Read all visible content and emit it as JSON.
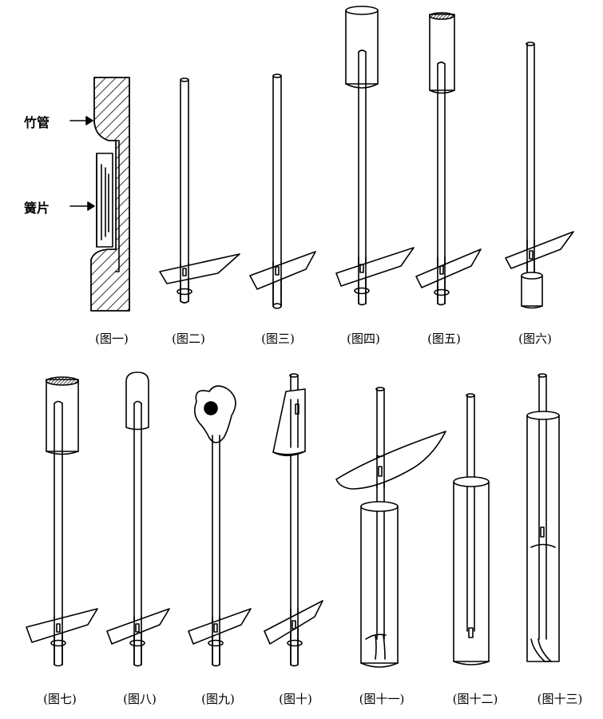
{
  "labels": {
    "bamboo_tube": "竹管",
    "reed": "簧片"
  },
  "captions": [
    "(图一)",
    "(图二)",
    "(图三)",
    "(图四)",
    "(图五)",
    "(图六)",
    "(图七)",
    "(图八)",
    "(图九)",
    "(图十)",
    "(图十一)",
    "(图十二)",
    "(图十三)"
  ]
}
